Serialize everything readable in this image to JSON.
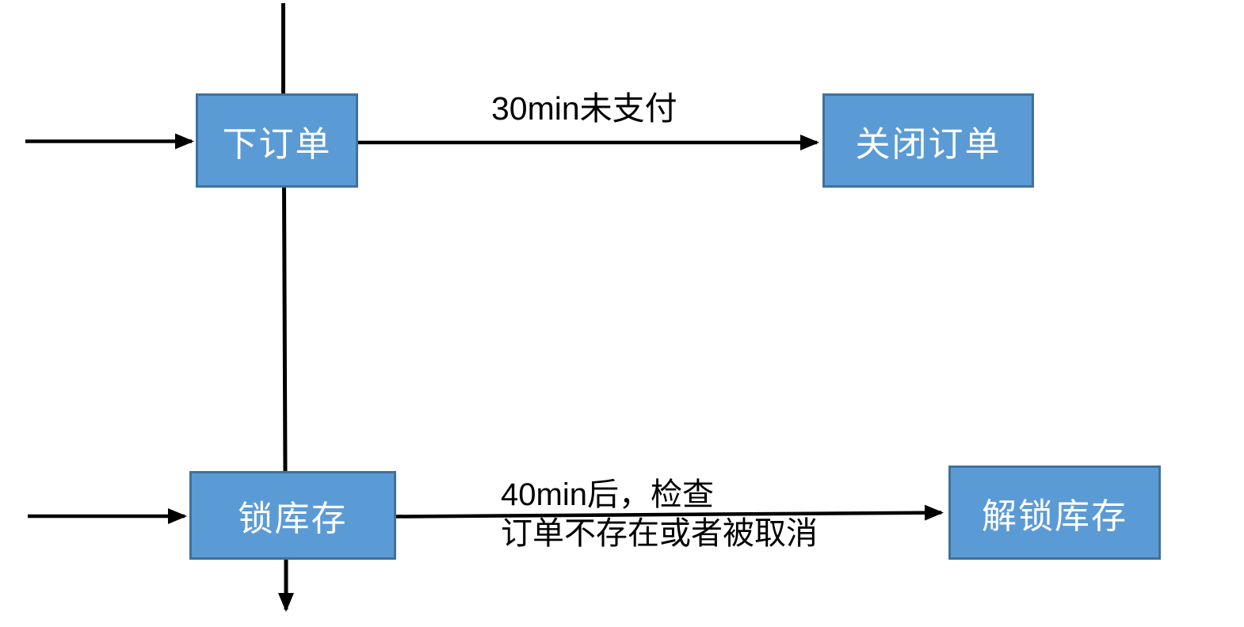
{
  "diagram_type": "flowchart",
  "colors": {
    "background": "#FFFFFF",
    "node_fill": "#5B9BD5",
    "node_border": "#41719C",
    "node_text": "#FFFFFF",
    "line": "#000000",
    "label_text": "#000000"
  },
  "nodes": {
    "place_order": {
      "label": "下订单"
    },
    "close_order": {
      "label": "关闭订单"
    },
    "lock_stock": {
      "label": "锁库存"
    },
    "unlock_stock": {
      "label": "解锁库存"
    }
  },
  "edges": {
    "order_timeout": {
      "from": "下订单",
      "to": "关闭订单",
      "label": "30min未支付"
    },
    "lock_timeout": {
      "from": "锁库存",
      "to": "解锁库存",
      "label_line1": "40min后，检查",
      "label_line2": "订单不存在或者被取消"
    }
  },
  "connections": [
    {
      "from": "outside-top",
      "to": "下订单",
      "style": "line"
    },
    {
      "from": "outside-left",
      "to": "下订单",
      "style": "arrow"
    },
    {
      "from": "下订单",
      "to": "关闭订单",
      "style": "arrow",
      "label": "30min未支付"
    },
    {
      "from": "下订单",
      "to": "锁库存",
      "style": "line"
    },
    {
      "from": "outside-left",
      "to": "锁库存",
      "style": "arrow"
    },
    {
      "from": "锁库存",
      "to": "解锁库存",
      "style": "arrow",
      "label": "40min后，检查 订单不存在或者被取消"
    },
    {
      "from": "锁库存",
      "to": "outside-bottom",
      "style": "arrow"
    }
  ]
}
